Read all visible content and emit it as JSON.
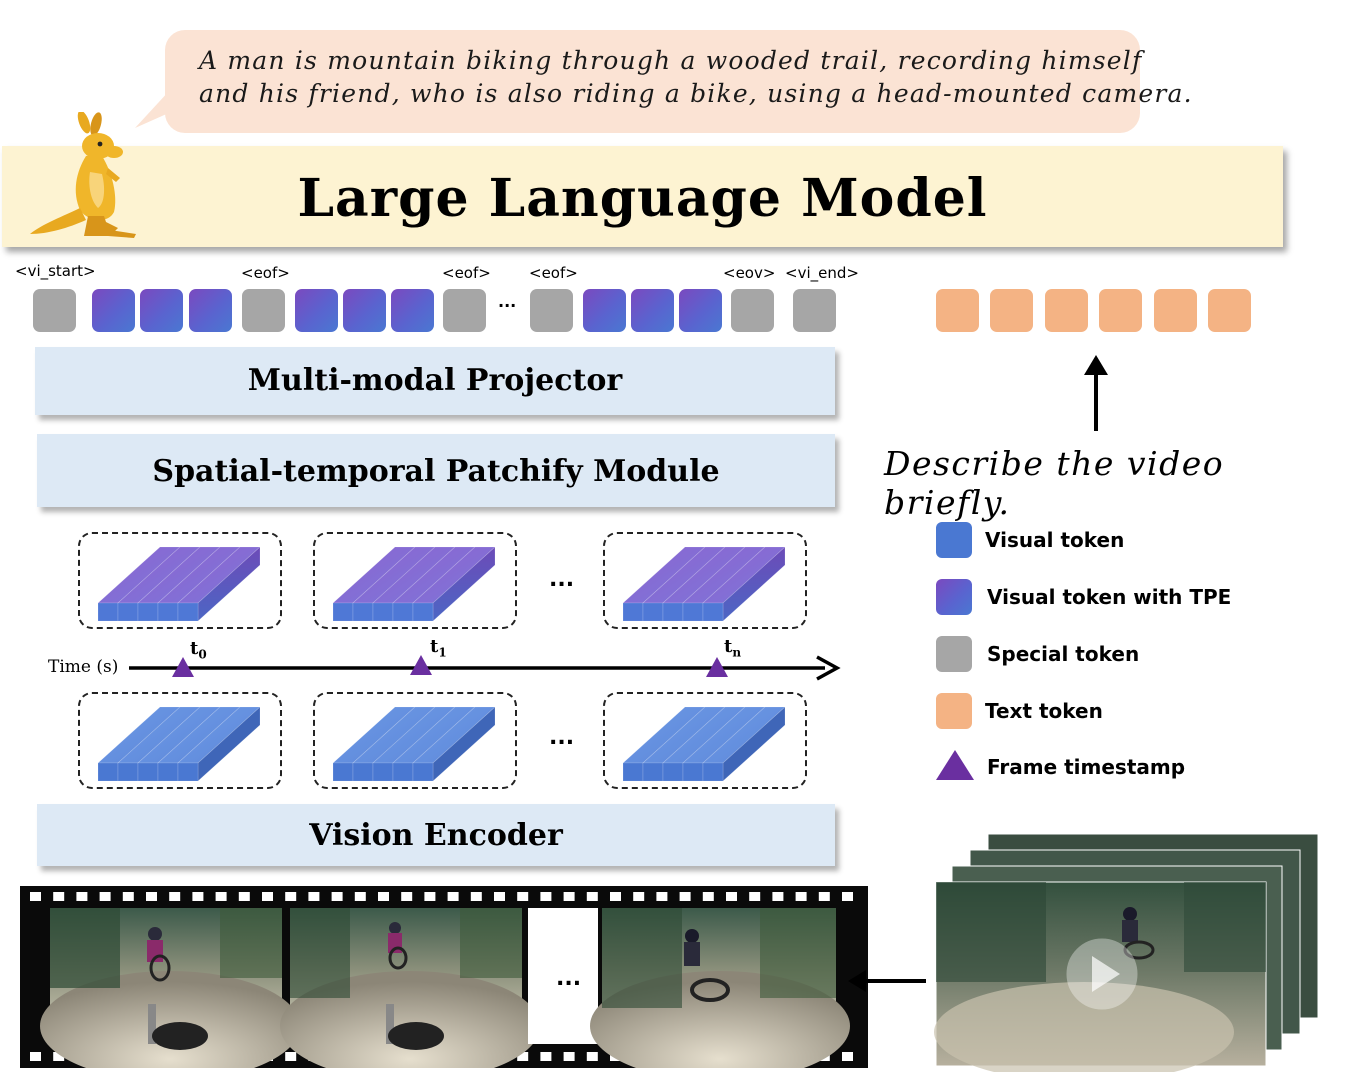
{
  "bubble": {
    "line1": "A man is mountain biking through a wooded trail, recording himself",
    "line2": "and his friend, who is also riding a bike, using a head-mounted camera."
  },
  "llm_title": "Large Language Model",
  "token_labels": {
    "vi_start": "<vi_start>",
    "eof1": "<eof>",
    "eof2": "<eof>",
    "eof3": "<eof>",
    "eov": "<eov>",
    "vi_end": "<vi_end>"
  },
  "token_ellipsis": "...",
  "projector": "Multi-modal Projector",
  "patchify": "Spatial-temporal Patchify Module",
  "encoder": "Vision Encoder",
  "prompt": "Describe the video briefly.",
  "timeline": {
    "label": "Time (s)",
    "t0": "t",
    "t0_sub": "0",
    "t1": "t",
    "t1_sub": "1",
    "tn": "t",
    "tn_sub": "n"
  },
  "ellipsis": "...",
  "legend": [
    {
      "label": "Visual token",
      "color": "#4a78d2"
    },
    {
      "label": "Visual token with TPE",
      "color": "#6a55c8"
    },
    {
      "label": "Special token",
      "color": "#a6a6a6"
    },
    {
      "label": "Text token",
      "color": "#f4b384"
    },
    {
      "label": "Frame timestamp",
      "color": "#6a2fa0"
    }
  ],
  "colors": {
    "bubble": "#fbe3d4",
    "llm": "#fdf3d2",
    "module": "#dde9f5",
    "special": "#a6a6a6",
    "visual": "#4a78d2",
    "tpe": "#7b49bf",
    "text": "#f4b384",
    "timestamp": "#6a2fa0"
  }
}
